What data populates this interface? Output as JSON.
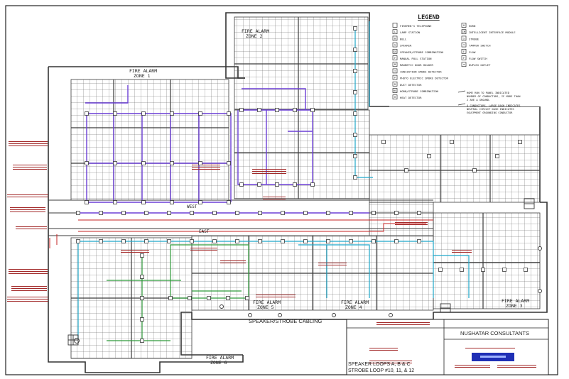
{
  "legend": {
    "title": "LEGEND",
    "items_left": [
      {
        "symbol": "",
        "label": "FIREMEN'S TELEPHONE"
      },
      {
        "symbol": "L",
        "label": "LAMP STATION"
      },
      {
        "symbol": "B",
        "label": "BELL"
      },
      {
        "symbol": "S",
        "label": "SPEAKER"
      },
      {
        "symbol": "SS",
        "label": "SPEAKER/STROBE COMBINATION"
      },
      {
        "symbol": "F",
        "label": "MANUAL PULL STATION"
      },
      {
        "symbol": "M",
        "label": "MAGNETIC DOOR HOLDER"
      },
      {
        "symbol": "I",
        "label": "IONIZATION SMOKE DETECTOR"
      },
      {
        "symbol": "P",
        "label": "PHOTO ELECTRIC SMOKE DETECTOR"
      },
      {
        "symbol": "D",
        "label": "DUCT DETECTOR"
      },
      {
        "symbol": "HS",
        "label": "HORN/STROBE COMBINATION"
      },
      {
        "symbol": "H",
        "label": "HEAT DETECTOR"
      }
    ],
    "items_right": [
      {
        "symbol": "H",
        "label": "HORN"
      },
      {
        "symbol": "IM",
        "label": "INTELLIGENT INTERFACE MODULE"
      },
      {
        "symbol": "S",
        "label": "STROBE"
      },
      {
        "symbol": "T",
        "label": "TAMPER SWITCH"
      },
      {
        "symbol": "F",
        "label": "FLOW"
      },
      {
        "symbol": "F",
        "label": "FLOW SWITCH"
      },
      {
        "symbol": "⊕",
        "label": "DUPLEX OUTLET"
      }
    ],
    "notes": [
      "HOME RUN TO PANEL INDICATED",
      "NUMBER OF CONDUCTORS, IF MORE THAN",
      "2 ARE A GROUND.",
      "4 CONDUCTORS, LARGE DASH INDICATES",
      "NEUTRAL CIRCUIT DASH INDICATES",
      "EQUIPMENT GROUNDING CONDUCTOR"
    ]
  },
  "zones": [
    {
      "line1": "FIRE ALARM",
      "line2": "ZONE 1"
    },
    {
      "line1": "FIRE ALARM",
      "line2": "ZONE 2"
    },
    {
      "line1": "FIRE ALARM",
      "line2": "ZONE 3"
    },
    {
      "line1": "FIRE ALARM",
      "line2": "ZONE 4"
    },
    {
      "line1": "FIRE ALARM",
      "line2": "ZONE 5"
    },
    {
      "line1": "FIRE ALARM",
      "line2": "ZONE 6"
    }
  ],
  "corridor_labels": [
    "WEST",
    "EAST"
  ],
  "drawing_caption": "SPEAKER/STROBE CABLING",
  "title_block": {
    "firm": "NUSHATAR CONSULTANTS",
    "line1": "SPEAKER LOOPS A, B & C",
    "line2": "STROBE LOOP #10, 11, & 12"
  },
  "colors": {
    "wall": "#3a3a3a",
    "speaker_loop": "#6b3fd6",
    "strobe_loop_a": "#1fa7c9",
    "strobe_loop_b": "#2e9a3a",
    "home_run": "#c42020",
    "hatch": "#a32a2a",
    "title_block_badge": "#1f2fb5"
  }
}
